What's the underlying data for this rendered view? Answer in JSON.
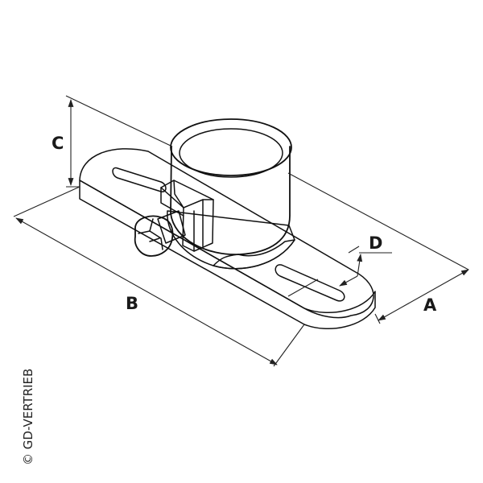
{
  "labels": {
    "a": "A",
    "b": "B",
    "c": "C",
    "d": "D"
  },
  "copyright": "© GD-VERTRIEB",
  "colors": {
    "line": "#111111",
    "fill": "#ffffff",
    "shade": "#e6e6e6"
  }
}
